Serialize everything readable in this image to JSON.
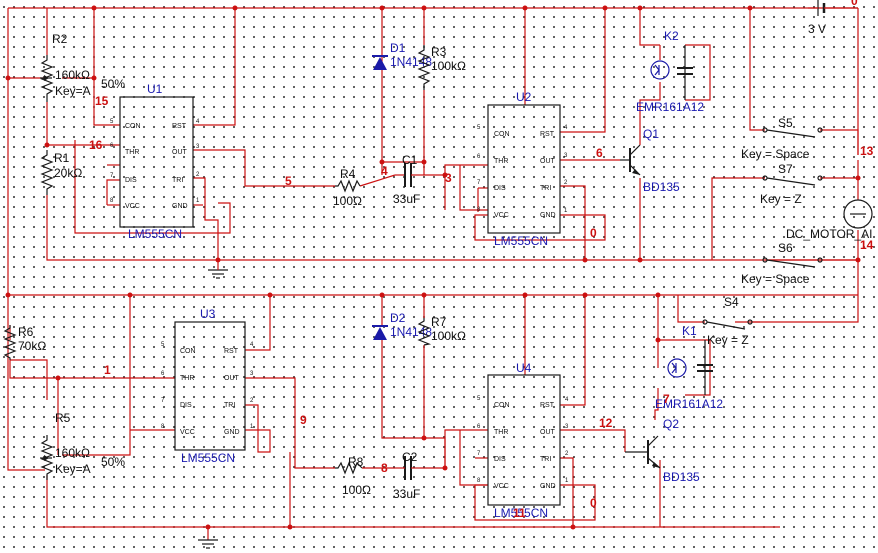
{
  "timers": {
    "u1": {
      "ref": "U1",
      "model": "LM555CN"
    },
    "u2": {
      "ref": "U2",
      "model": "LM555CN"
    },
    "u3": {
      "ref": "U3",
      "model": "LM555CN"
    },
    "u4": {
      "ref": "U4",
      "model": "LM555CN"
    },
    "pins": {
      "con": "CON",
      "thr": "THR",
      "dis": "DIS",
      "vcc": "VCC",
      "rst": "RST",
      "out": "OUT",
      "tri": "TRI",
      "gnd": "GND"
    }
  },
  "resistors": {
    "r1": {
      "ref": "R1",
      "value": "20kΩ"
    },
    "r2": {
      "ref": "R2",
      "value": "160kΩ",
      "key": "Key=A",
      "percent": "50%"
    },
    "r3": {
      "ref": "R3",
      "value": "100kΩ"
    },
    "r4": {
      "ref": "R4",
      "value": "100Ω"
    },
    "r5": {
      "ref": "R5",
      "value": "160kΩ",
      "key": "Key=A",
      "percent": "50%"
    },
    "r6": {
      "ref": "R6",
      "value": "70kΩ"
    },
    "r7": {
      "ref": "R7",
      "value": "100kΩ"
    },
    "r8": {
      "ref": "R8",
      "value": "100Ω"
    }
  },
  "capacitors": {
    "c1": {
      "ref": "C1",
      "value": "33uF"
    },
    "c2": {
      "ref": "C2",
      "value": "33uF"
    }
  },
  "diodes": {
    "d1": {
      "ref": "D1",
      "model": "1N4148"
    },
    "d2": {
      "ref": "D2",
      "model": "1N4148"
    }
  },
  "transistors": {
    "q1": {
      "ref": "Q1",
      "model": "BD135"
    },
    "q2": {
      "ref": "Q2",
      "model": "BD135"
    }
  },
  "relays": {
    "k1": {
      "ref": "K1",
      "model": "EMR161A12"
    },
    "k2": {
      "ref": "K2",
      "model": "EMR161A12"
    }
  },
  "switches": {
    "s4": {
      "ref": "S4",
      "key": "Key = Z"
    },
    "s5": {
      "ref": "S5",
      "key": "Key = Space"
    },
    "s6": {
      "ref": "S6",
      "key": "Key = Space"
    },
    "s7": {
      "ref": "S7",
      "key": "Key = Z"
    }
  },
  "supply": {
    "voltage": "3 V",
    "net": "0"
  },
  "motor": {
    "label": "DC_MOTOR_AI"
  },
  "nets": {
    "n0a": "0",
    "n0b": "0",
    "n1": "1",
    "n3": "3",
    "n4": "4",
    "n5": "5",
    "n6": "6",
    "n8": "8",
    "n9": "9",
    "n12": "12",
    "n13": "13",
    "n14": "14",
    "n15": "15",
    "n16": "16",
    "n11": "11",
    "n7": "7"
  },
  "colors": {
    "wire": "#cc1111",
    "component": "#1a1a1a",
    "reference": "#1a1ab0",
    "grid": "#3a3a3a"
  }
}
